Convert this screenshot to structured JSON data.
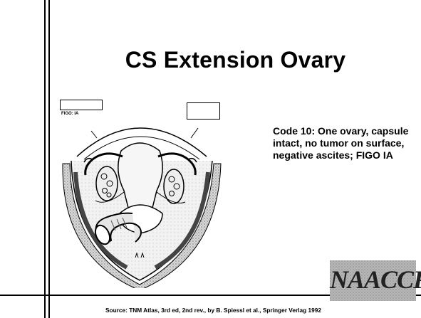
{
  "slide": {
    "title": "CS Extension Ovary",
    "caption": "Code 10: One ovary, capsule intact, no tumor on surface, negative ascites; FIGO IA",
    "figo_label": "FIGO: IA",
    "source": "Source:  TNM Atlas, 3rd ed, 2nd rev., by B. Spiessl et al., Springer Verlag 1992",
    "logo_text": "NAACCR"
  }
}
